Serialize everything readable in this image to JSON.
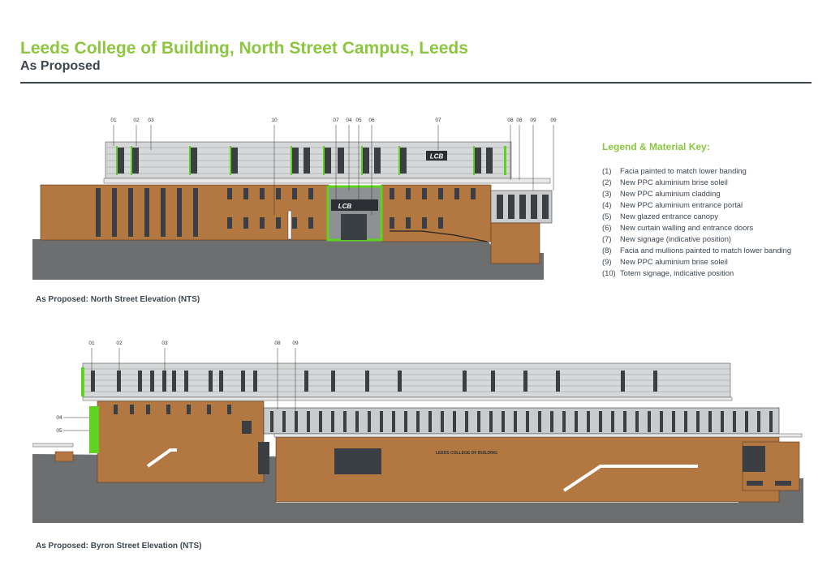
{
  "header": {
    "title": "Leeds College of Building, North Street Campus, Leeds",
    "subtitle": "As Proposed"
  },
  "colors": {
    "accent_green": "#8cc63f",
    "dark_text": "#3c4650",
    "brick": "#b37842",
    "brick_dark": "#8a5a2e",
    "cladding": "#d5d7d8",
    "ground": "#6d6e70"
  },
  "legend": {
    "title": "Legend & Material Key:",
    "items": [
      {
        "num": "(1)",
        "text": "Facia painted to match lower banding"
      },
      {
        "num": "(2)",
        "text": "New PPC aluminium brise soleil"
      },
      {
        "num": "(3)",
        "text": "New PPC aluminium cladding"
      },
      {
        "num": "(4)",
        "text": "New PPC aluminium entrance portal"
      },
      {
        "num": "(5)",
        "text": "New glazed entrance canopy"
      },
      {
        "num": "(6)",
        "text": "New curtain walling and entrance doors"
      },
      {
        "num": "(7)",
        "text": "New signage (indicative position)"
      },
      {
        "num": "(8)",
        "text": "Facia and mullions painted to match lower banding"
      },
      {
        "num": "(9)",
        "text": "New PPC aluminium brise soleil"
      },
      {
        "num": "(10)",
        "text": "Totem signage, indicative position"
      }
    ]
  },
  "north_elevation": {
    "caption": "As Proposed: North Street Elevation (NTS)",
    "sign_text": "LCB",
    "callouts": [
      "01",
      "02",
      "03",
      "10",
      "07",
      "04",
      "05",
      "06",
      "07",
      "08",
      "08",
      "09",
      "09"
    ]
  },
  "byron_elevation": {
    "caption": "As Proposed: Byron Street Elevation (NTS)",
    "building_sign": "LEEDS COLLEGE OF BUILDING",
    "callouts_top": [
      "01",
      "02",
      "03",
      "08",
      "09"
    ],
    "callouts_side": [
      "04",
      "05"
    ]
  }
}
